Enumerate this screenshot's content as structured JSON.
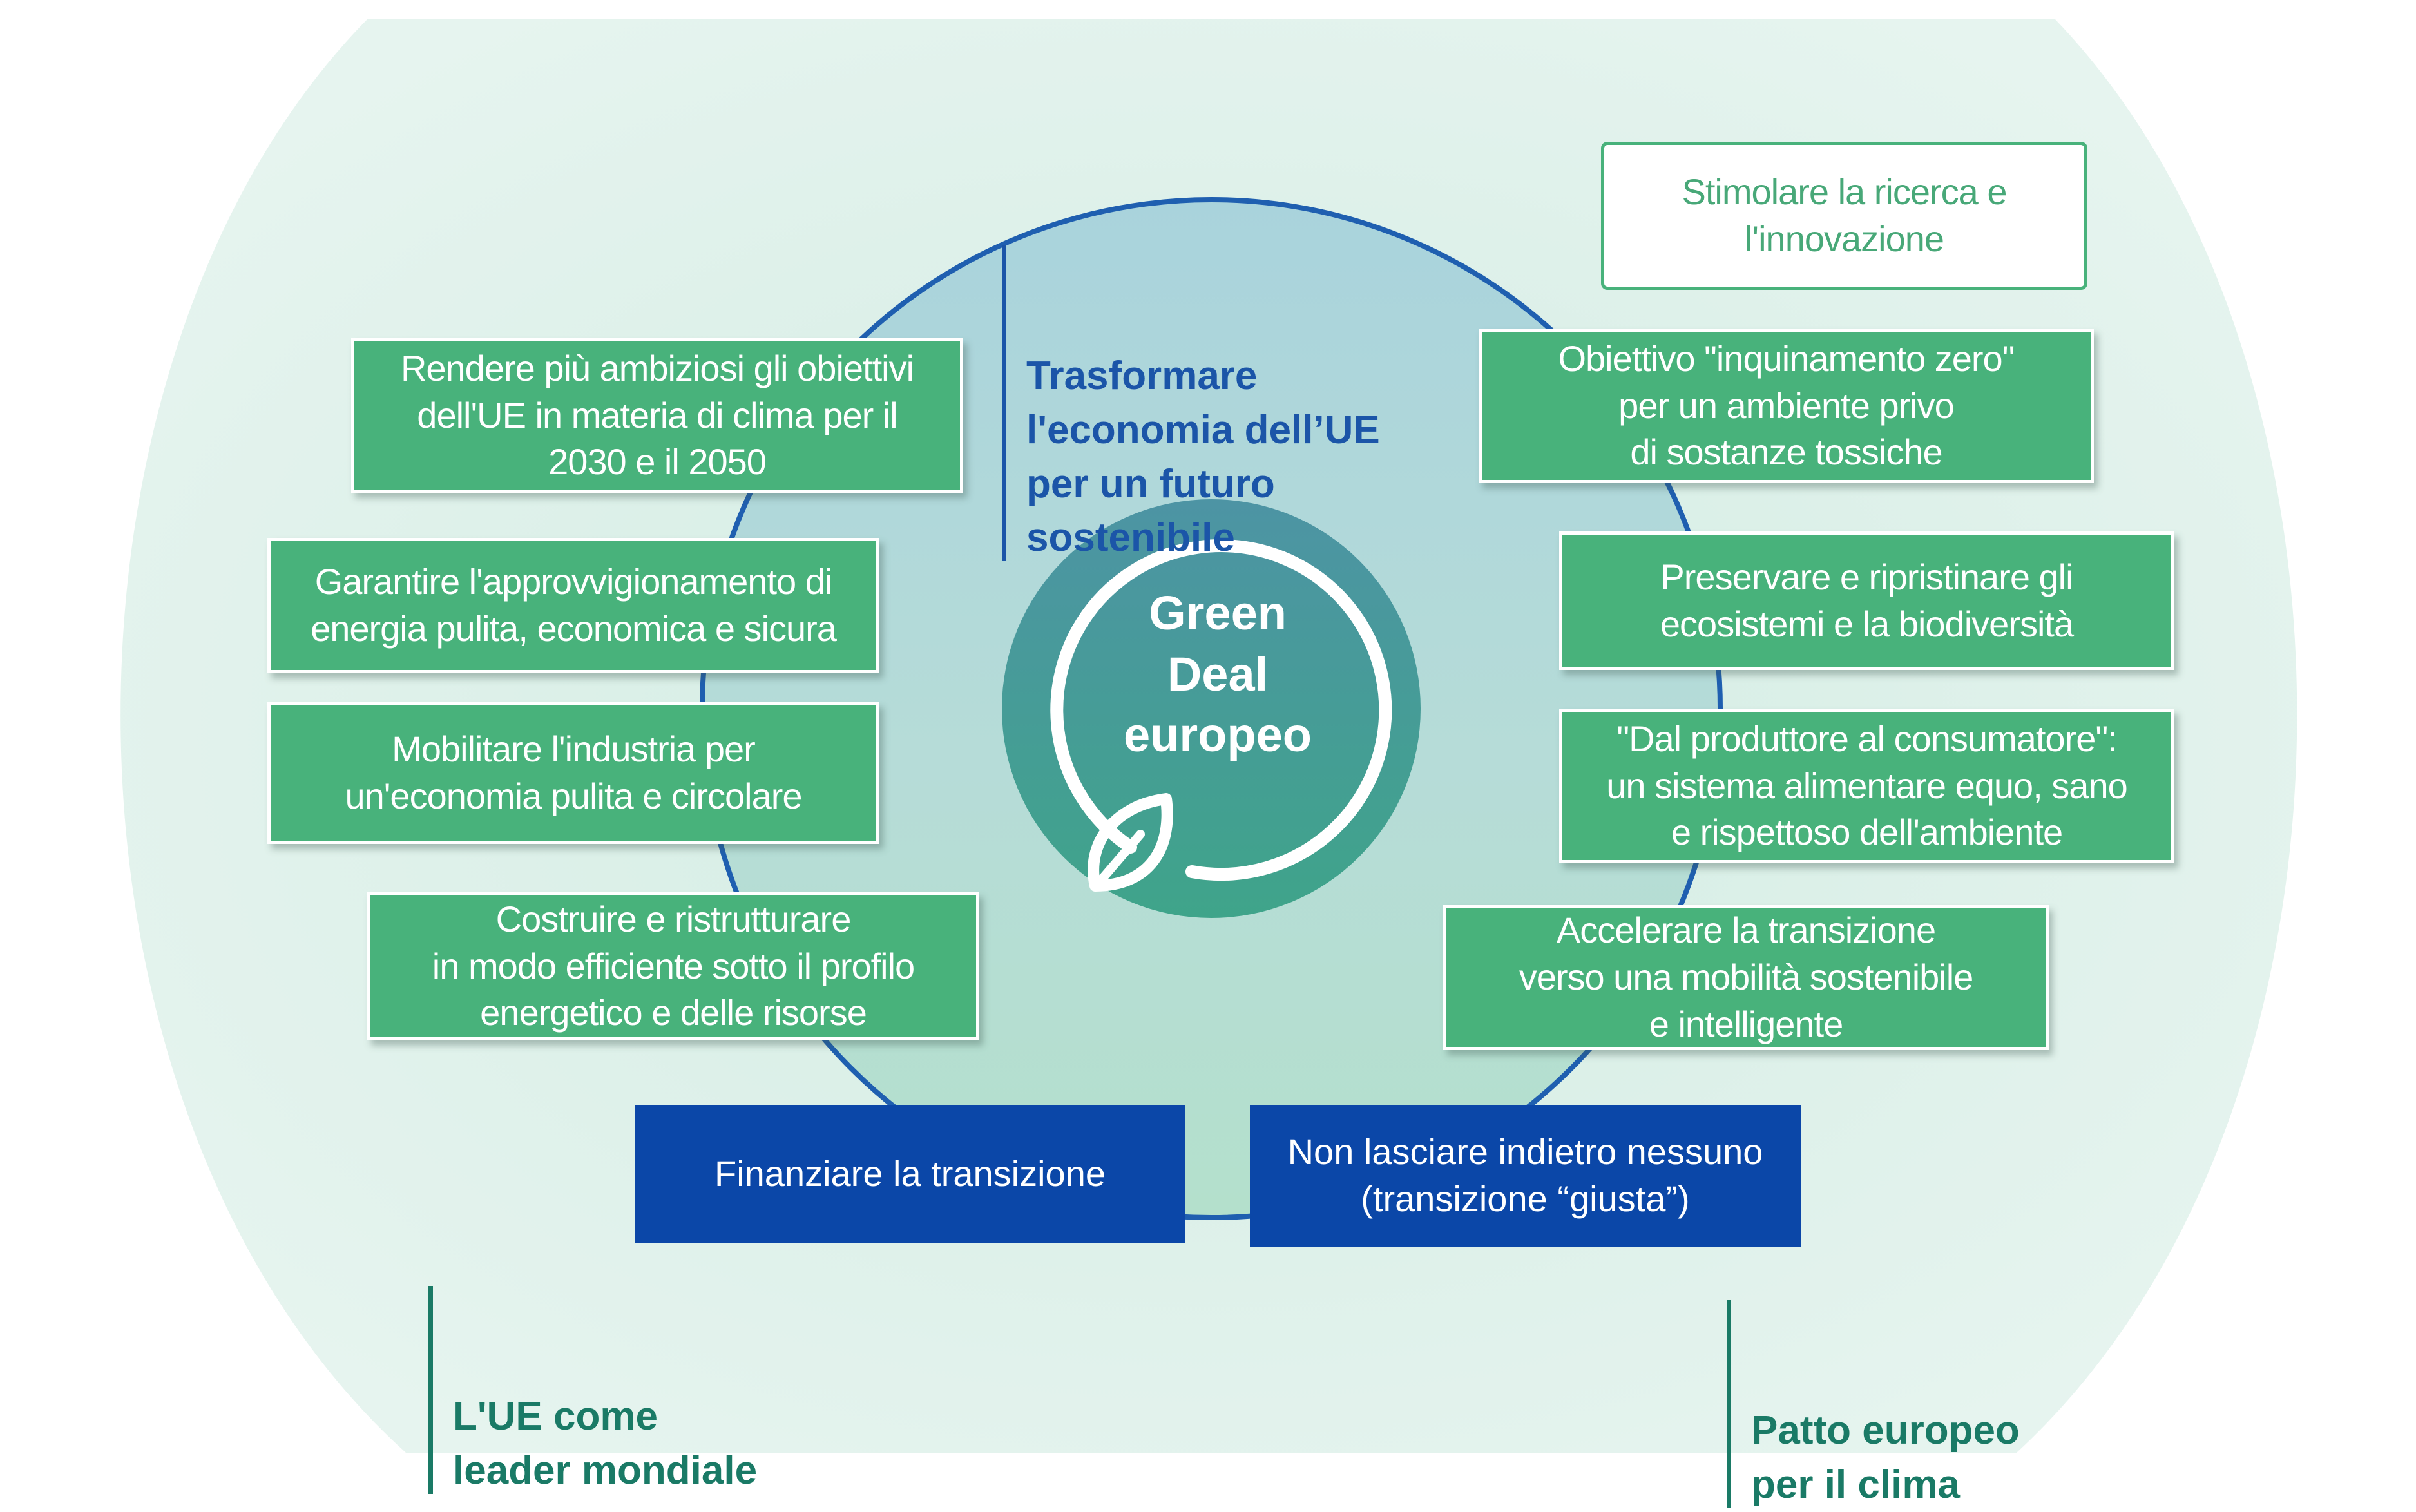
{
  "center": {
    "title": "Green\nDeal\neuropeo"
  },
  "heading_top": {
    "text": "Trasformare\nl'economia dell’UE\nper un futuro\nsostenibile",
    "color": "#1b55a8"
  },
  "heading_bottom_left": {
    "text": "L'UE come\nleader mondiale",
    "color": "#1a7a66"
  },
  "heading_bottom_right": {
    "text": "Patto europeo\nper il clima",
    "color": "#1a7a66"
  },
  "left_items": [
    "Rendere più ambiziosi gli obiettivi\ndell'UE in materia di clima per il\n2030 e il 2050",
    "Garantire l'approvvigionamento di\nenergia pulita, economica e sicura",
    "Mobilitare l'industria per\nun'economia pulita e circolare",
    "Costruire e ristrutturare\nin modo efficiente sotto il profilo\nenergetico e delle risorse"
  ],
  "right_items": [
    "Obiettivo \"inquinamento zero\"\nper un ambiente privo\ndi sostanze tossiche",
    "Preservare e ripristinare gli\necosistemi e la biodiversità",
    "\"Dal produttore al consumatore\":\nun sistema alimentare equo, sano\ne rispettoso dell'ambiente",
    "Accelerare la transizione\nverso una mobilità sostenibile\ne intelligente"
  ],
  "outline_item": "Stimolare la ricerca e\nl'innovazione",
  "bottom_items": [
    "Finanziare la transizione",
    "Non lasciare indietro nessuno\n(transizione “giusta”)"
  ],
  "colors": {
    "box_green": "#48b27b",
    "box_blue": "#0b47a8",
    "ring_blue": "#1f5fb0",
    "background_tint": "#e2f2ec"
  },
  "icons": [
    "leaf-icon"
  ]
}
